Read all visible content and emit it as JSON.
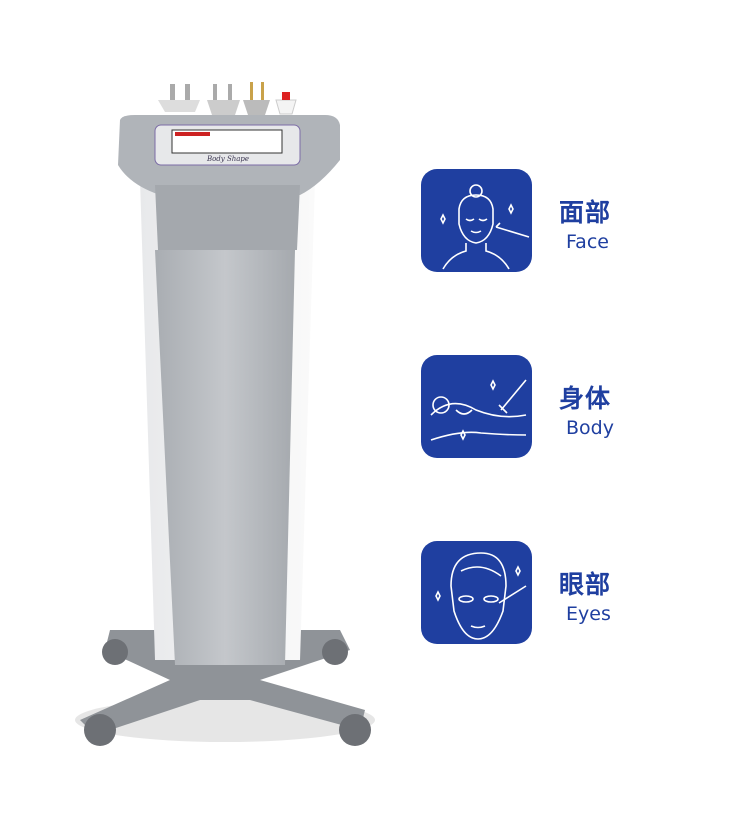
{
  "product": {
    "screen_caption": "Body Shape"
  },
  "accent_color": "#1f3fa0",
  "features": [
    {
      "icon": "face-treatment-icon",
      "title_zh": "面部",
      "title_en": "Face"
    },
    {
      "icon": "body-treatment-icon",
      "title_zh": "身体",
      "title_en": "Body"
    },
    {
      "icon": "eye-treatment-icon",
      "title_zh": "眼部",
      "title_en": "Eyes"
    }
  ]
}
